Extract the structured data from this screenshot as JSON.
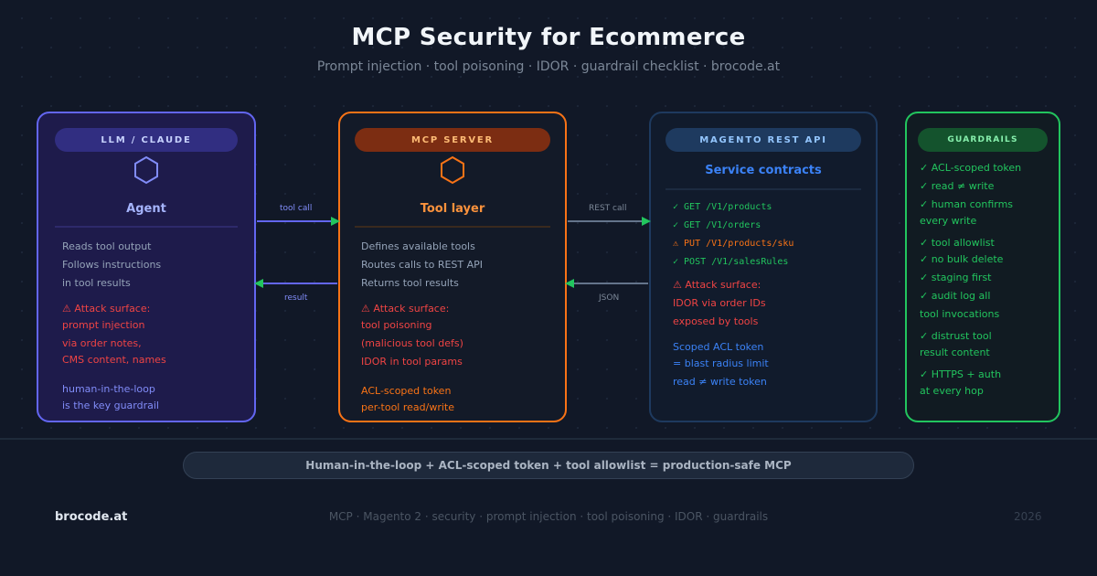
{
  "header": {
    "title": "MCP Security for Ecommerce",
    "subtitle": "Prompt injection · tool poisoning · IDOR · guardrail checklist · brocode.at"
  },
  "llm": {
    "pill": "LLM / CLAUDE",
    "heading": "Agent",
    "lines": [
      "Reads tool output",
      "Follows instructions",
      "in tool results"
    ],
    "attack": [
      "⚠ Attack surface:",
      "prompt injection",
      "via order notes,",
      "CMS content, names"
    ],
    "note": [
      "human-in-the-loop",
      "is the key guardrail"
    ]
  },
  "mcp": {
    "pill": "MCP SERVER",
    "heading": "Tool layer",
    "lines": [
      "Defines available tools",
      "Routes calls to REST API",
      "Returns tool results"
    ],
    "attack": [
      "⚠ Attack surface:",
      "tool poisoning",
      "(malicious tool defs)",
      "IDOR in tool params"
    ],
    "note": [
      "ACL-scoped token",
      "per-tool read/write"
    ]
  },
  "magento": {
    "pill": "MAGENTO REST API",
    "heading": "Service contracts",
    "endpoints": [
      "✓ GET /V1/products",
      "✓ GET /V1/orders",
      "⚠ PUT /V1/products/sku",
      "✓ POST /V1/salesRules"
    ],
    "attack": [
      "⚠ Attack surface:",
      "IDOR via order IDs",
      "exposed by tools"
    ],
    "note": [
      "Scoped ACL token",
      "= blast radius limit",
      "read ≠ write token"
    ]
  },
  "guardrails": {
    "pill": "GUARDRAILS",
    "items": [
      "✓ ACL-scoped token",
      "✓ read ≠ write",
      "✓ human confirms",
      "every write",
      "✓ tool allowlist",
      "✓ no bulk delete",
      "✓ staging first",
      "✓ audit log all",
      "tool invocations",
      "✓ distrust tool",
      "result content",
      "✓ HTTPS + auth",
      "at every hop"
    ]
  },
  "arrows": {
    "tool_call": "tool call",
    "result": "result",
    "rest_call": "REST call",
    "json": "JSON"
  },
  "banner": "Human-in-the-loop + ACL-scoped token + tool allowlist = production-safe MCP",
  "footer": {
    "brand": "brocode.at",
    "tags": "MCP · Magento 2 · security · prompt injection · tool poisoning · IDOR · guardrails",
    "year": "2026"
  },
  "colors": {
    "background": "#111827",
    "llm": "#6366f1",
    "mcp": "#f97316",
    "magento": "#1e3a5f",
    "guardrails": "#22c55e",
    "danger": "#ef4444"
  }
}
